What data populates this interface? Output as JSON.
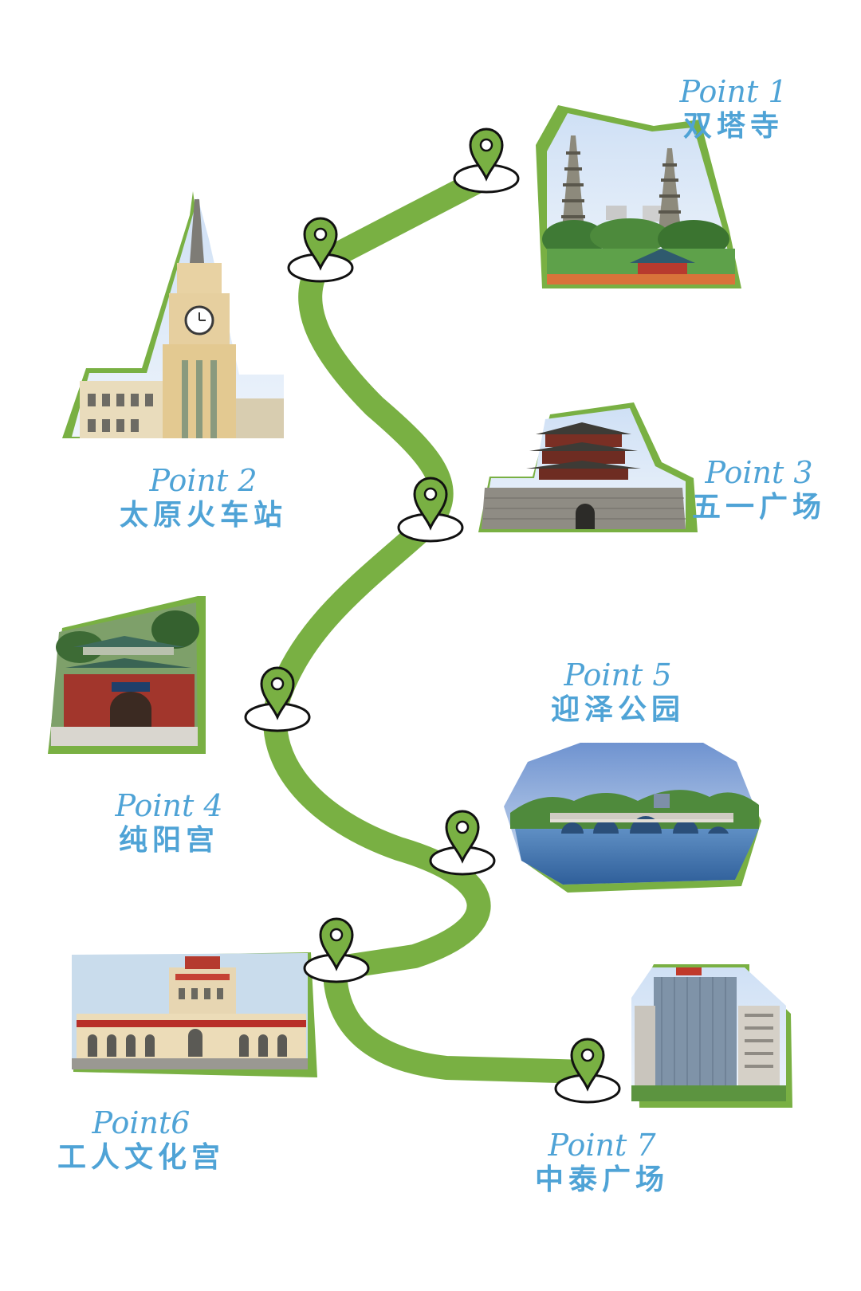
{
  "route": {
    "color": "#79b043",
    "pin_color": "#79b043"
  },
  "points": [
    {
      "id": "p1",
      "point_label": "Point 1",
      "name": "双塔寺",
      "scene": "twin-pagoda-temple"
    },
    {
      "id": "p2",
      "point_label": "Point 2",
      "name": "太原火车站",
      "scene": "clock-tower-station"
    },
    {
      "id": "p3",
      "point_label": "Point 3",
      "name": "五一广场",
      "scene": "city-gate-tower"
    },
    {
      "id": "p4",
      "point_label": "Point 4",
      "name": "纯阳宫",
      "scene": "red-temple-gate"
    },
    {
      "id": "p5",
      "point_label": "Point 5",
      "name": "迎泽公园",
      "scene": "lake-arch-bridge"
    },
    {
      "id": "p6",
      "point_label": "Point6",
      "name": "工人文化宫",
      "scene": "cultural-palace"
    },
    {
      "id": "p7",
      "point_label": "Point 7",
      "name": "中泰广场",
      "scene": "office-towers"
    }
  ]
}
